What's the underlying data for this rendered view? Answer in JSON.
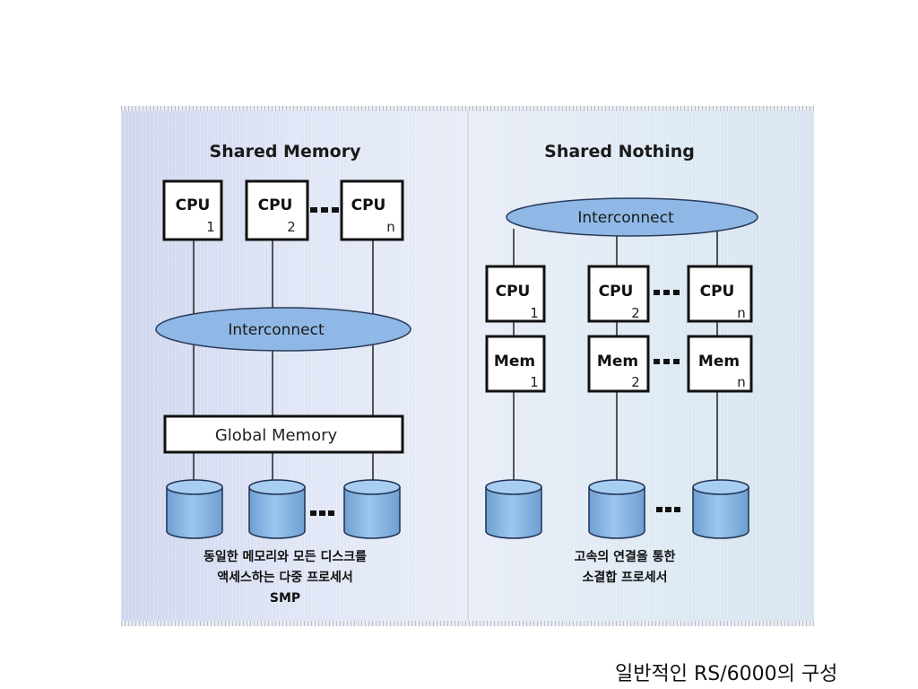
{
  "left": {
    "title": "Shared Memory",
    "cpus": [
      {
        "label": "CPU",
        "index": "1"
      },
      {
        "label": "CPU",
        "index": "2"
      },
      {
        "label": "CPU",
        "index": "n"
      }
    ],
    "interconnect": "Interconnect",
    "global_memory": "Global Memory",
    "description": [
      "동일한 메모리와 모든 디스크를",
      "액세스하는 다중 프로세서",
      "SMP"
    ]
  },
  "right": {
    "title": "Shared Nothing",
    "interconnect": "Interconnect",
    "cpus": [
      {
        "label": "CPU",
        "index": "1"
      },
      {
        "label": "CPU",
        "index": "2"
      },
      {
        "label": "CPU",
        "index": "n"
      }
    ],
    "mems": [
      {
        "label": "Mem",
        "index": "1"
      },
      {
        "label": "Mem",
        "index": "2"
      },
      {
        "label": "Mem",
        "index": "n"
      }
    ],
    "description": [
      "고속의 연결을 통한",
      "소결합 프로세서"
    ]
  },
  "caption": "일반적인 RS/6000의 구성",
  "colors": {
    "ellipse_fill": "#8fb8e6",
    "disk_fill": "#8cb8e3",
    "box_stroke": "#111111"
  }
}
